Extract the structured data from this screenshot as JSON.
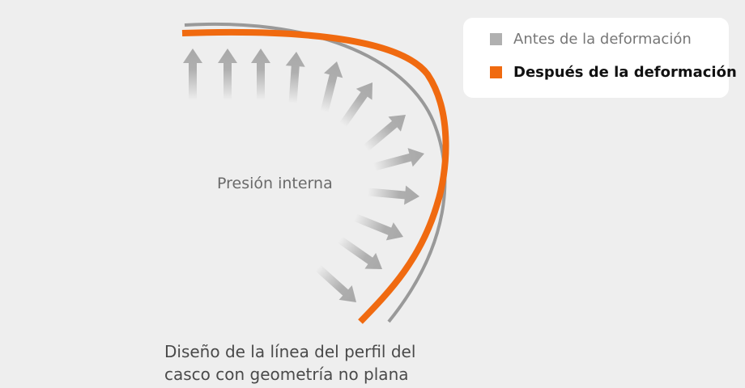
{
  "diagram": {
    "inner_label": "Presión interna",
    "caption_line1": "Diseño de la línea del perfil del",
    "caption_line2": "casco con geometría no plana",
    "colors": {
      "before": "#999999",
      "after": "#f06a10",
      "arrow": "#a8a8a8"
    }
  },
  "legend": {
    "items": [
      {
        "label": "Antes de la deformación",
        "color": "#b0b0b0"
      },
      {
        "label": "Después de la deformación",
        "color": "#f06a10"
      }
    ]
  }
}
